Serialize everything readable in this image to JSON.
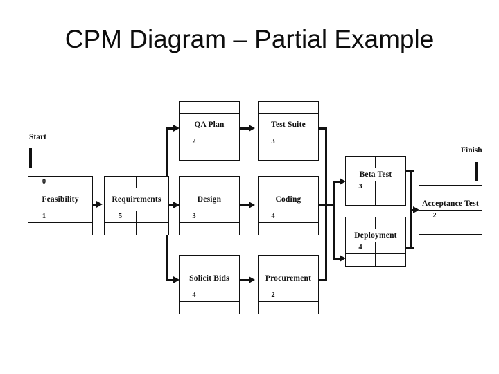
{
  "title": "CPM Diagram – Partial Example",
  "markers": {
    "start_label": "Start",
    "finish_label": "Finish"
  },
  "chart_data": {
    "type": "diagram",
    "diagram_kind": "CPM (Critical Path Method) activity-on-node network",
    "title": "CPM Diagram – Partial Example",
    "node_cell_layout": [
      "row1: earliest-start (left) | earliest-finish (right)",
      "row2: activity name (full width)",
      "row3: duration (left) | slack (right)",
      "row4: latest-start (left) | latest-finish (right)"
    ],
    "nodes": [
      {
        "id": "feasibility",
        "name": "Feasibility",
        "r1l": "0",
        "r1r": "",
        "duration": "1",
        "r3r": "",
        "r4l": "",
        "r4r": ""
      },
      {
        "id": "requirements",
        "name": "Requirements",
        "r1l": "",
        "r1r": "",
        "duration": "5",
        "r3r": "",
        "r4l": "",
        "r4r": ""
      },
      {
        "id": "qa-plan",
        "name": "QA Plan",
        "r1l": "",
        "r1r": "",
        "duration": "2",
        "r3r": "",
        "r4l": "",
        "r4r": ""
      },
      {
        "id": "test-suite",
        "name": "Test Suite",
        "r1l": "",
        "r1r": "",
        "duration": "3",
        "r3r": "",
        "r4l": "",
        "r4r": ""
      },
      {
        "id": "design",
        "name": "Design",
        "r1l": "",
        "r1r": "",
        "duration": "3",
        "r3r": "",
        "r4l": "",
        "r4r": ""
      },
      {
        "id": "coding",
        "name": "Coding",
        "r1l": "",
        "r1r": "",
        "duration": "4",
        "r3r": "",
        "r4l": "",
        "r4r": ""
      },
      {
        "id": "solicit-bids",
        "name": "Solicit Bids",
        "r1l": "",
        "r1r": "",
        "duration": "4",
        "r3r": "",
        "r4l": "",
        "r4r": ""
      },
      {
        "id": "procurement",
        "name": "Procurement",
        "r1l": "",
        "r1r": "",
        "duration": "2",
        "r3r": "",
        "r4l": "",
        "r4r": ""
      },
      {
        "id": "beta-test",
        "name": "Beta Test",
        "r1l": "",
        "r1r": "",
        "duration": "3",
        "r3r": "",
        "r4l": "",
        "r4r": ""
      },
      {
        "id": "deployment",
        "name": "Deployment",
        "r1l": "",
        "r1r": "",
        "duration": "4",
        "r3r": "",
        "r4l": "",
        "r4r": ""
      },
      {
        "id": "acceptance-test",
        "name": "Acceptance Test",
        "r1l": "",
        "r1r": "",
        "duration": "2",
        "r3r": "",
        "r4l": "",
        "r4r": ""
      }
    ],
    "edges": [
      {
        "from": "start",
        "to": "feasibility"
      },
      {
        "from": "feasibility",
        "to": "requirements"
      },
      {
        "from": "requirements",
        "to": "qa-plan"
      },
      {
        "from": "requirements",
        "to": "design"
      },
      {
        "from": "requirements",
        "to": "solicit-bids"
      },
      {
        "from": "qa-plan",
        "to": "test-suite"
      },
      {
        "from": "design",
        "to": "coding"
      },
      {
        "from": "solicit-bids",
        "to": "procurement"
      },
      {
        "from": "test-suite",
        "to": "beta-test"
      },
      {
        "from": "test-suite",
        "to": "deployment"
      },
      {
        "from": "coding",
        "to": "beta-test"
      },
      {
        "from": "coding",
        "to": "deployment"
      },
      {
        "from": "procurement",
        "to": "beta-test"
      },
      {
        "from": "procurement",
        "to": "deployment"
      },
      {
        "from": "beta-test",
        "to": "acceptance-test"
      },
      {
        "from": "deployment",
        "to": "acceptance-test"
      },
      {
        "from": "acceptance-test",
        "to": "finish"
      }
    ],
    "start_marker": "Start",
    "finish_marker": "Finish",
    "colors": {
      "stroke": "#111111",
      "fill": "#ffffff",
      "text": "#111111",
      "background": "#ffffff"
    }
  }
}
